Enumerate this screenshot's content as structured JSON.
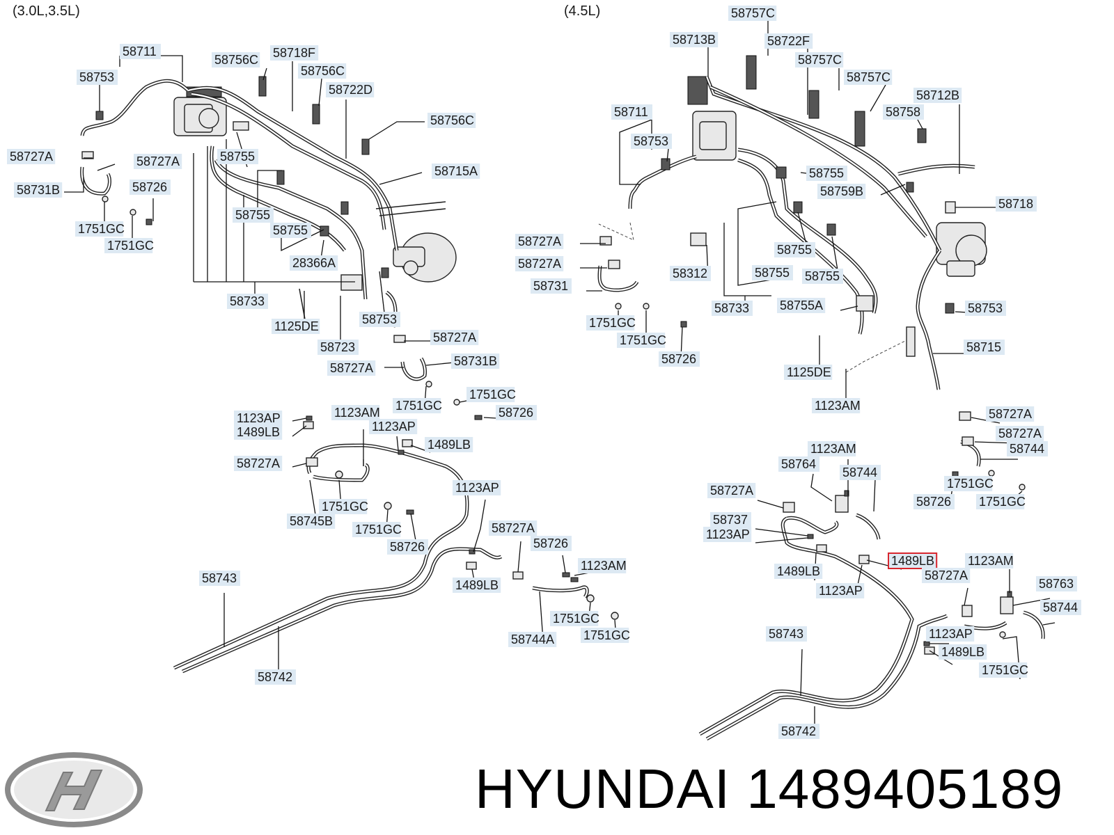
{
  "headers": {
    "left": "(3.0L,3.5L)",
    "right": "(4.5L)"
  },
  "caption": {
    "brand": "HYUNDAI",
    "part_number": "1489405189"
  },
  "logo": {
    "name": "hyundai-logo",
    "color": "#9a9a9a"
  },
  "highlight_color": "#d8262e",
  "label_color": "#dde9f3",
  "left_labels": [
    "58711",
    "58753",
    "58756C",
    "58718F",
    "58756C",
    "58722D",
    "58756C",
    "58727A",
    "58727A",
    "58755",
    "58731B",
    "58726",
    "58715A",
    "1751GC",
    "1751GC",
    "58755",
    "58755",
    "28366A",
    "58733",
    "1125DE",
    "58753",
    "58723",
    "58727A",
    "58727A",
    "58731B",
    "1751GC",
    "1751GC",
    "58726",
    "1123AP",
    "1489LB",
    "1123AM",
    "1123AP",
    "1489LB",
    "58727A",
    "1751GC",
    "58745B",
    "1751GC",
    "58726",
    "1123AP",
    "58727A",
    "58726",
    "1123AM",
    "58743",
    "1489LB",
    "1751GC",
    "1751GC",
    "58744A",
    "58742"
  ],
  "right_labels": [
    "58757C",
    "58713B",
    "58722F",
    "58757C",
    "58757C",
    "58712B",
    "58711",
    "58758",
    "58753",
    "58755",
    "58759B",
    "58718",
    "58727A",
    "58755",
    "58312",
    "58755",
    "58727A",
    "58755",
    "58731",
    "58753",
    "58755A",
    "58733",
    "1751GC",
    "1751GC",
    "58715",
    "58726",
    "1125DE",
    "1123AM",
    "58727A",
    "58727A",
    "58744",
    "1123AM",
    "58764",
    "58744",
    "1751GC",
    "58726",
    "1751GC",
    "58727A",
    "58737",
    "1123AP",
    "1489LB",
    "1123AM",
    "58727A",
    "1489LB",
    "58763",
    "1123AP",
    "58744",
    "1123AP",
    "58743",
    "1489LB",
    "1751GC",
    "58742"
  ]
}
